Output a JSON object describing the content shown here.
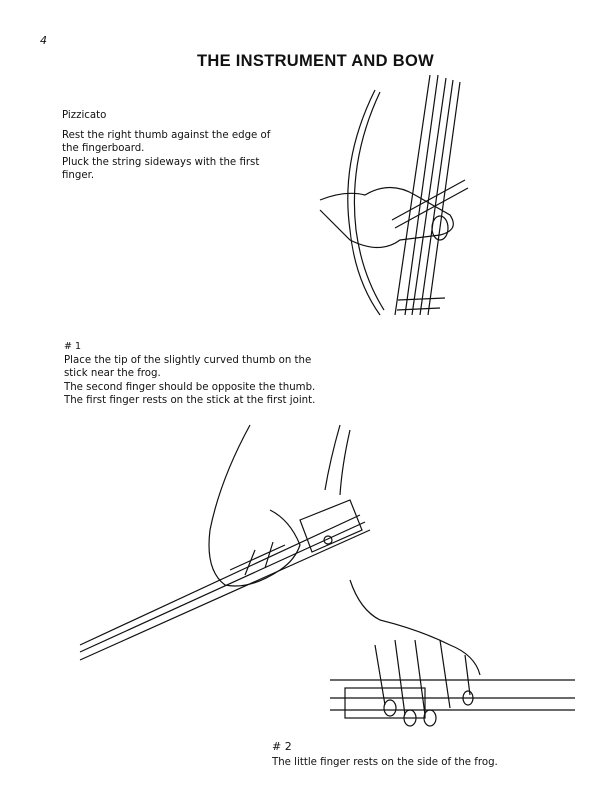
{
  "page_number": "4",
  "title": "THE INSTRUMENT AND BOW",
  "pizzicato": {
    "heading": "Pizzicato",
    "lines": [
      "Rest the right thumb against the edge of",
      "the fingerboard.",
      "Pluck  the string sideways with  the  first",
      "finger."
    ]
  },
  "step1": {
    "label": "# 1",
    "lines": [
      "Place the tip of the slightly curved thumb on the",
      "stick near the frog.",
      "The second finger should be opposite the thumb.",
      "The first finger rests on the stick at the first joint."
    ]
  },
  "step2": {
    "label": "# 2",
    "lines": [
      "The little finger rests on the side of the frog."
    ]
  }
}
